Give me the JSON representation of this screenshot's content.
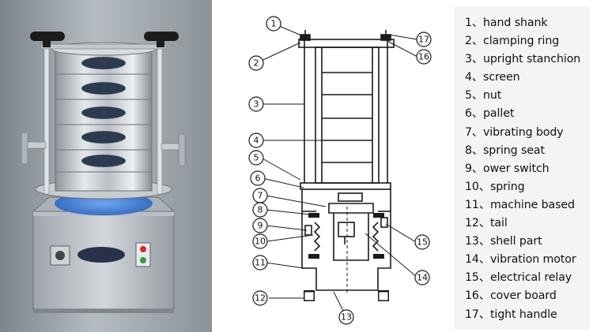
{
  "legend": {
    "items": [
      "1、hand shank",
      "2、clamping ring",
      "3、upright stanchion",
      "4、screen",
      "5、nut",
      "6、pallet",
      "7、vibrating body",
      "8、spring seat",
      "9、ower switch",
      "10、spring",
      "11、machine based",
      "12、tail",
      "13、shell part",
      "14、vibration motor",
      "15、electrical relay",
      "16、cover board",
      "17、tight handle"
    ]
  },
  "diagram": {
    "callouts": [
      "1",
      "2",
      "3",
      "4",
      "5",
      "6",
      "7",
      "8",
      "9",
      "10",
      "11",
      "12",
      "13",
      "14",
      "15",
      "16",
      "17"
    ]
  },
  "photo": {
    "colors": {
      "background": "#9aa2a8",
      "steel": "#c9ced2",
      "blue_base": "#3f7fd6",
      "handle": "#1b1b1b"
    },
    "icons": [
      "power-switch-icon",
      "indicator-lights-icon",
      "nameplate-icon"
    ]
  }
}
